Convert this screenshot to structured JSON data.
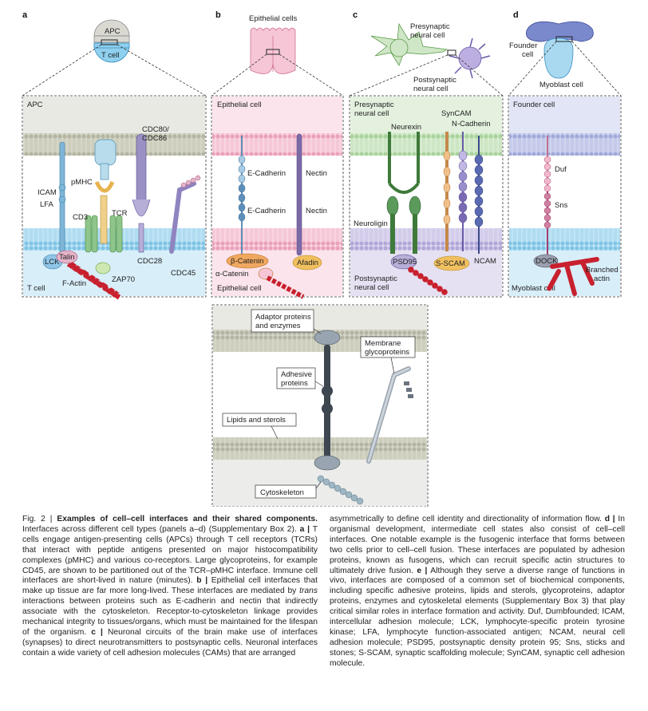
{
  "panels": {
    "a": {
      "letter": "a",
      "top_apc": "APC",
      "top_tcell": "T cell",
      "box_title": "APC",
      "box_bottom": "T cell",
      "labels": {
        "cdc80": "CDC80/",
        "cdc86": "CDC86",
        "pmhc": "pMHC",
        "icam": "ICAM",
        "lfa": "LFA",
        "cd3": "CD3",
        "tcr": "TCR",
        "lck": "LCK",
        "talin": "Talin",
        "cdc28": "CDC28",
        "zap70": "ZAP70",
        "cdc45": "CDC45",
        "factin": "F-Actin"
      }
    },
    "b": {
      "letter": "b",
      "top_title": "Epithelial cells",
      "box_title": "Epithelial cell",
      "box_bottom": "Epithelial cell",
      "labels": {
        "ecad1": "E-Cadherin",
        "ecad2": "E-Cadherin",
        "nectin1": "Nectin",
        "nectin2": "Nectin",
        "bcat": "β-Catenin",
        "acat": "α-Catenin",
        "afadin": "Afadin"
      }
    },
    "c": {
      "letter": "c",
      "top_pre1": "Presynaptic",
      "top_pre2": "neural cell",
      "top_post1": "Postsynaptic",
      "top_post2": "neural cell",
      "box_title1": "Presynaptic",
      "box_title2": "neural cell",
      "box_bottom1": "Postsynaptic",
      "box_bottom2": "neural cell",
      "labels": {
        "syncam": "SynCAM",
        "ncad": "N-Cadherin",
        "neurexin": "Neurexin",
        "neuroligin": "Neuroligin",
        "psd95": "PSD95",
        "sscam": "S-SCAM",
        "ncam": "NCAM"
      }
    },
    "d": {
      "letter": "d",
      "top_founder1": "Founder",
      "top_founder2": "cell",
      "top_myoblast": "Myoblast cell",
      "box_title": "Founder cell",
      "box_bottom": "Myoblast cell",
      "labels": {
        "duf": "Duf",
        "sns": "Sns",
        "dock": "DOCK",
        "branched1": "Branched",
        "branched2": "actin"
      }
    },
    "e": {
      "letter": "e",
      "labels": {
        "adaptor1": "Adaptor proteins",
        "adaptor2": "and enzymes",
        "membrane1": "Membrane",
        "membrane2": "glycoproteins",
        "adhesive1": "Adhesive",
        "adhesive2": "proteins",
        "lipids": "Lipids and sterols",
        "cyto": "Cytoskeleton"
      }
    }
  },
  "caption": {
    "fig_label": "Fig. 2 |",
    "fig_title": "Examples of cell–cell interfaces and their shared components.",
    "intro": "Interfaces across different cell types (panels a–d) (Supplementary Box 2).",
    "a_tag": "a |",
    "a_text": "T cells engage antigen-presenting cells (APCs) through T cell receptors (TCRs) that interact with peptide antigens presented on major histocompatibility complexes (pMHC) and various co-receptors. Large glycoproteins, for example CD45, are shown to be partitioned out of the TCR–pMHC interface. Immune cell interfaces are short-lived in nature (minutes).",
    "b_tag": "b |",
    "b_text1": "Epithelial cell interfaces that make up tissue are far more long-lived. These interfaces are mediated by",
    "b_trans": "trans",
    "b_text2": "interactions between proteins such as E-cadherin and nectin that indirectly associate with the cytoskeleton. Receptor-to-cytoskeleton linkage provides mechanical integrity to tissues/organs, which must be maintained for the lifespan of the organism.",
    "c_tag": "c |",
    "c_text": "Neuronal circuits of the brain make use of interfaces (synapses) to direct neurotransmitters to postsynaptic cells. Neuronal interfaces contain a wide variety of cell adhesion molecules (CAMs) that are arranged asymmetrically to define cell identity and directionality of information flow.",
    "d_tag": "d |",
    "d_text": "In organismal development, intermediate cell states also consist of cell–cell interfaces. One notable example is the fusogenic interface that forms between two cells prior to cell–cell fusion. These interfaces are populated by adhesion proteins, known as fusogens, which can recruit specific actin structures to ultimately drive fusion.",
    "e_tag": "e |",
    "e_text": "Although they serve a diverse range of functions in vivo, interfaces are composed of a common set of biochemical components, including specific adhesive proteins, lipids and sterols, glycoproteins, adaptor proteins, enzymes and cytoskeletal elements (Supplementary Box 3) that play critical similar roles in interface formation and activity. Duf, Dumbfounded; ICAM, intercellular adhesion molecule; LCK, lymphocyte-specific protein tyrosine kinase; LFA, lymphocyte function-associated antigen; NCAM, neural cell adhesion molecule; PSD95, postsynaptic density protein 95; Sns, sticks and stones; S-SCAM, synaptic scaffolding molecule; SynCAM, synaptic cell adhesion molecule."
  },
  "colors": {
    "apc_gray": "#d9d9d2",
    "tcell_blue": "#8fd0ee",
    "epi_pink": "#f6c6d6",
    "neuron_green": "#cfe7c6",
    "neuron_purple": "#cfc8e6",
    "founder_blue": "#c4cbe8",
    "myoblast_blue": "#a8d9f0",
    "actin_red": "#c8202e",
    "membrane_gray": "#c9c9b8"
  }
}
